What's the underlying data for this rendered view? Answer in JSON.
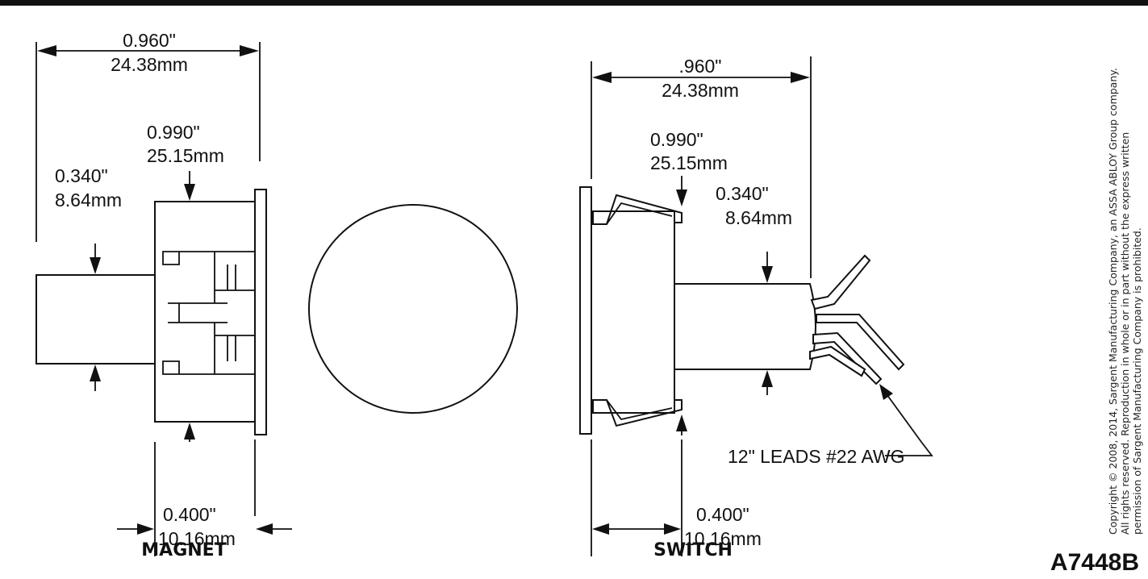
{
  "magnet": {
    "caption": "MAGNET",
    "width_in": "0.960\"",
    "width_mm": "24.38mm",
    "body_dia_in": "0.990\"",
    "body_dia_mm": "25.15mm",
    "tip_dia_in": "0.340\"",
    "tip_dia_mm": "8.64mm",
    "flange_in": "0.400\"",
    "flange_mm": "10.16mm"
  },
  "switch": {
    "caption": "SWITCH",
    "width_in": ".960\"",
    "width_mm": "24.38mm",
    "body_dia_in": "0.990\"",
    "body_dia_mm": "25.15mm",
    "tip_dia_in": "0.340\"",
    "tip_dia_mm": "8.64mm",
    "flange_in": "0.400\"",
    "flange_mm": "10.16mm",
    "leads_label": "12\" LEADS #22 AWG"
  },
  "drawing_code": "A7448B",
  "copyright": {
    "line1": "Copyright © 2008, 2014, Sargent Manufacturing Company, an ASSA ABLOY Group company.",
    "line2": "All rights reserved. Reproduction in whole or in part without the express written",
    "line3": "permission of Sargent Manufacturing Company is prohibited."
  }
}
